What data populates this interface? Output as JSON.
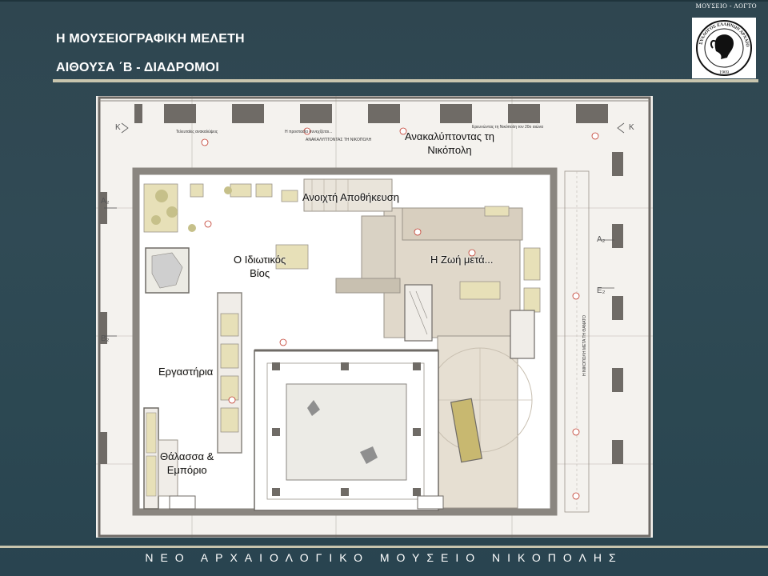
{
  "header": {
    "corner_label": "ΜΟΥΣΕΙΟ - ΛΟΓΤΟ",
    "title_line1": "Η ΜΟΥΣΕΙΟΓΡΑΦΙΚΗ ΜΕΛΕΤΗ",
    "title_line2": "ΑΙΘΟΥΣΑ ΄Β - ΔΙΑΔΡΟΜΟΙ"
  },
  "logo": {
    "ring_text": "ΣΥΛΛΟΓΟΣ ΕΛΛΗΝΩΝ ΑΡΧΑΙΟΛΟΓΩΝ",
    "year": "1969"
  },
  "plan": {
    "zones": [
      {
        "id": "discovering",
        "line1": "Ανακαλύπτοντας τη",
        "line2": "Νικόπολη"
      },
      {
        "id": "open-storage",
        "line1": "Ανοιχτή Αποθήκευση",
        "line2": ""
      },
      {
        "id": "private-life",
        "line1": "Ο Ιδιωτικός",
        "line2": "Βίος"
      },
      {
        "id": "life-after",
        "line1": "Η Ζωή μετά...",
        "line2": ""
      },
      {
        "id": "workshops",
        "line1": "Εργαστήρια",
        "line2": ""
      },
      {
        "id": "sea-trade",
        "line1": "Θάλασσα &",
        "line2": "Εμπόριο"
      }
    ],
    "markers": {
      "k": "K",
      "a2": "A₂",
      "e2": "E₂",
      "b2": "B₂"
    },
    "small_notes": {
      "top_left": "Τελευταίες ανακαλύψεις",
      "top_mid": "Η προστασία συνεχίζεται...",
      "top_right": "Ερευνώντας τη Νικόπολη τον 20ο αιώνα",
      "band": "ΑΝΑΚΑΛΥΠΤΟΝΤΑΣ ΤΗ ΝΙΚΟΠΟΛΗ",
      "side": "Η ΝΙΚΟΠΟΛΗ ΜΕΤΑ ΤΗ ΘΑΝΑΤΟ"
    }
  },
  "footer": {
    "text": "ΝΕΟ ΑΡΧΑΙΟΛΟΓΙΚΟ ΜΟΥΣΕΙΟ ΝΙΚΟΠΟΛΗΣ"
  },
  "colors": {
    "background": "#2f4650",
    "rule": "#c8c5ae",
    "plan_bg": "#f4f2ee",
    "wall": "#8a8680",
    "beige_area": "#d8d0c2"
  }
}
